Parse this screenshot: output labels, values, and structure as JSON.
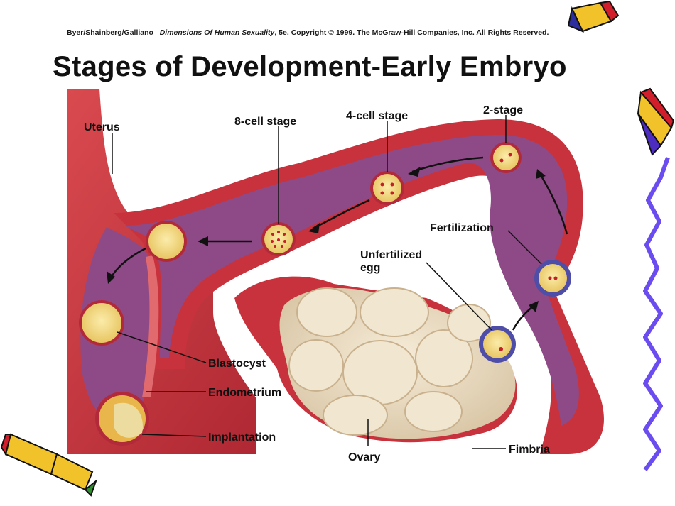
{
  "credit": {
    "authors": "Byer/Shainberg/Galliano",
    "book": "Dimensions Of Human Sexuality",
    "rest": ", 5e. Copyright © 1999. The McGraw-Hill Companies, Inc. All Rights Reserved."
  },
  "title": "Stages of Development-Early Embryo",
  "labels": {
    "uterus": "Uterus",
    "eight_cell": "8-cell stage",
    "four_cell": "4-cell stage",
    "two_stage": "2-stage",
    "fertilization": "Fertilization",
    "unfertilized_1": "Unfertilized",
    "unfertilized_2": "egg",
    "blastocyst": "Blastocyst",
    "endometrium": "Endometrium",
    "implantation": "Implantation",
    "ovary": "Ovary",
    "fimbria": "Fimbria"
  },
  "colors": {
    "tissue_red": "#c8323c",
    "tube_purple": "#8e4a86",
    "ovary": "#ede0c8",
    "cell": "#f2dc84",
    "zigzag": "#6b4cf0"
  }
}
